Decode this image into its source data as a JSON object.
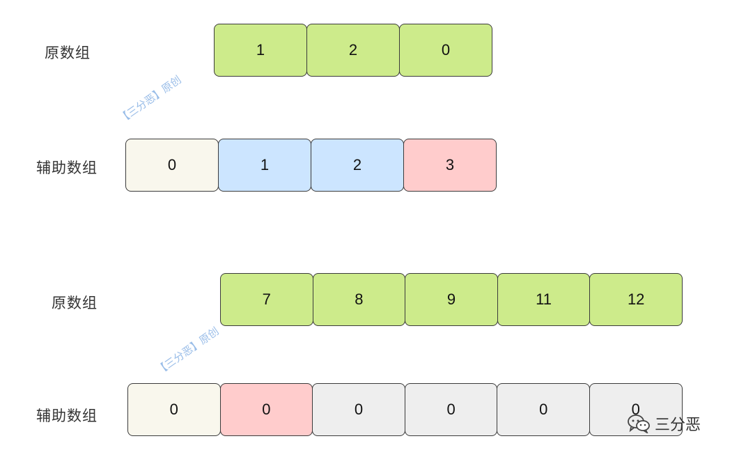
{
  "colors": {
    "green": "#cdeb8b",
    "cream": "#f9f7ed",
    "blue": "#cce5ff",
    "red": "#ffcccc",
    "grey": "#eeeeee",
    "watermark": "#8fb6e6"
  },
  "group1": {
    "original_label": "原数组",
    "original": [
      {
        "value": "1",
        "color": "green"
      },
      {
        "value": "2",
        "color": "green"
      },
      {
        "value": "0",
        "color": "green"
      }
    ],
    "aux_label": "辅助数组",
    "aux": [
      {
        "value": "0",
        "color": "cream"
      },
      {
        "value": "1",
        "color": "blue"
      },
      {
        "value": "2",
        "color": "blue"
      },
      {
        "value": "3",
        "color": "red"
      }
    ]
  },
  "group2": {
    "original_label": "原数组",
    "original": [
      {
        "value": "7",
        "color": "green"
      },
      {
        "value": "8",
        "color": "green"
      },
      {
        "value": "9",
        "color": "green"
      },
      {
        "value": "11",
        "color": "green"
      },
      {
        "value": "12",
        "color": "green"
      }
    ],
    "aux_label": "辅助数组",
    "aux": [
      {
        "value": "0",
        "color": "cream"
      },
      {
        "value": "0",
        "color": "red"
      },
      {
        "value": "0",
        "color": "grey"
      },
      {
        "value": "0",
        "color": "grey"
      },
      {
        "value": "0",
        "color": "grey"
      },
      {
        "value": "0",
        "color": "grey"
      }
    ]
  },
  "watermark_text": "【三分恶】原创",
  "brand": {
    "name": "三分恶",
    "icon": "wechat-icon"
  }
}
